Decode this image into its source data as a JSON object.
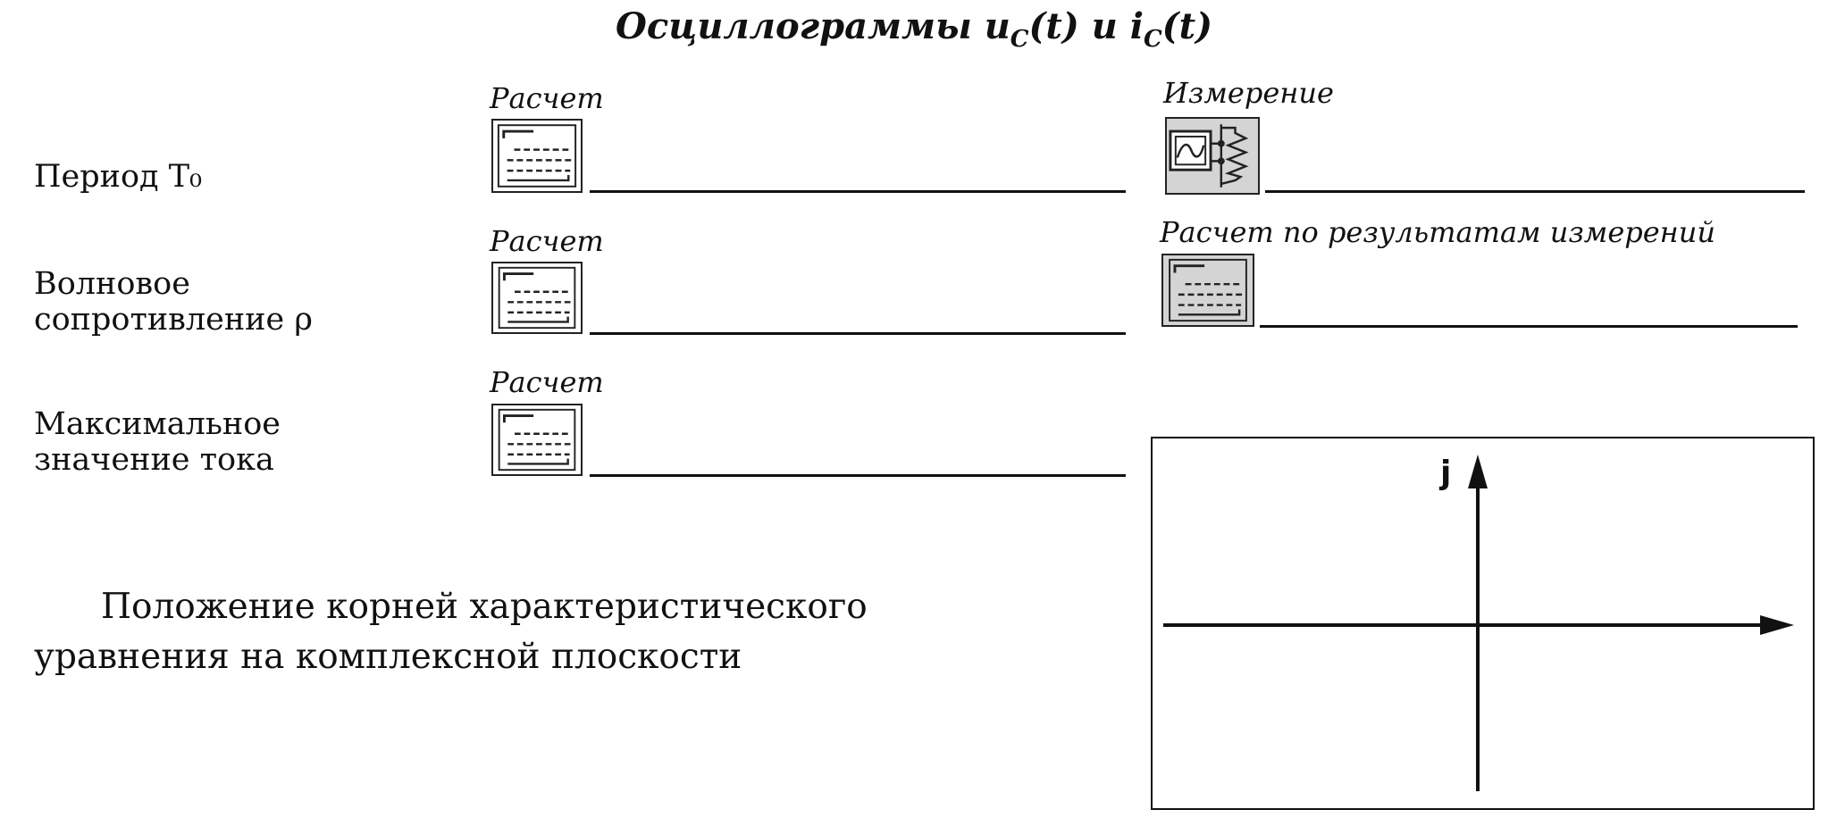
{
  "title": {
    "prefix": "Осциллограммы ",
    "u": "u",
    "u_sub": "C",
    "u_arg": "(t) и ",
    "i": "i",
    "i_sub": "C",
    "i_arg": "(t)"
  },
  "rows": [
    {
      "label_lines": [
        "Период T₀"
      ],
      "calc_caption": "Расчет",
      "calc_icon": "calculator-icon",
      "calc_value": ""
    },
    {
      "label_lines": [
        "Волновое",
        "сопротивление ρ"
      ],
      "calc_caption": "Расчет",
      "calc_icon": "calculator-icon",
      "calc_value": ""
    },
    {
      "label_lines": [
        "Максимальное",
        "значение тока"
      ],
      "calc_caption": "Расчет",
      "calc_icon": "calculator-icon",
      "calc_value": ""
    }
  ],
  "right_fields": [
    {
      "caption": "Измерение",
      "icon": "oscilloscope-icon",
      "value": ""
    },
    {
      "caption": "Расчет по результатам измерений",
      "icon": "calculator-icon",
      "value": ""
    }
  ],
  "roots_text": {
    "line1": "Положение корней характеристического",
    "line2": "уравнения на комплексной плоскости"
  },
  "complex_plane": {
    "axis_label": "j"
  }
}
